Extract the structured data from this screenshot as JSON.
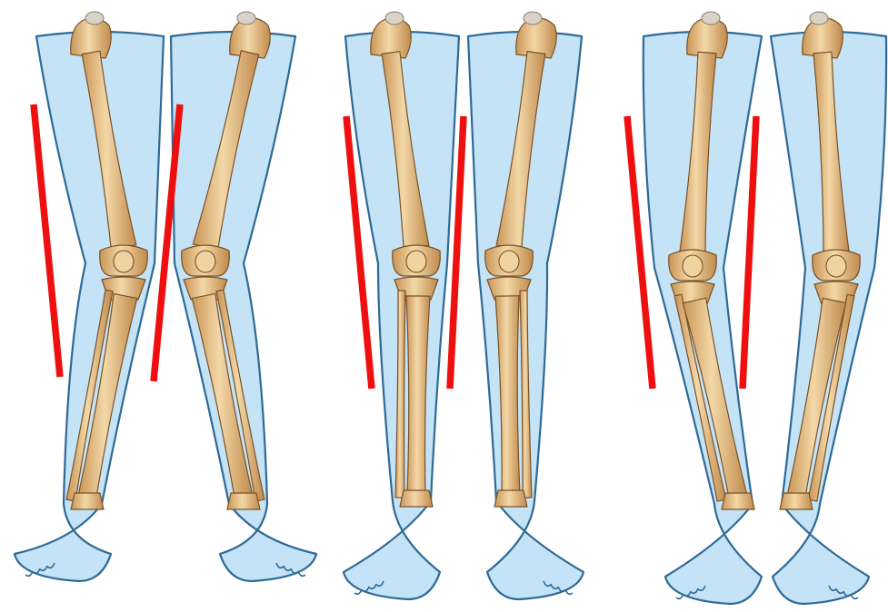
{
  "colors": {
    "background": "#ffffff",
    "skin_fill": "#c4e3f6",
    "skin_outline": "#2f6a96",
    "bone_fill": "#e9c58e",
    "bone_shade": "#c99556",
    "bone_outline": "#7a5226",
    "alignment_line": "#ee0f0f"
  },
  "icons": [
    "leg-silhouette",
    "femur-bone",
    "knee-joint",
    "tibia-bone",
    "fibula-bone",
    "foot",
    "alignment-line"
  ],
  "panels": [
    {
      "name": "panel-knock-knee"
    },
    {
      "name": "panel-normal"
    },
    {
      "name": "panel-bow-leg"
    }
  ]
}
